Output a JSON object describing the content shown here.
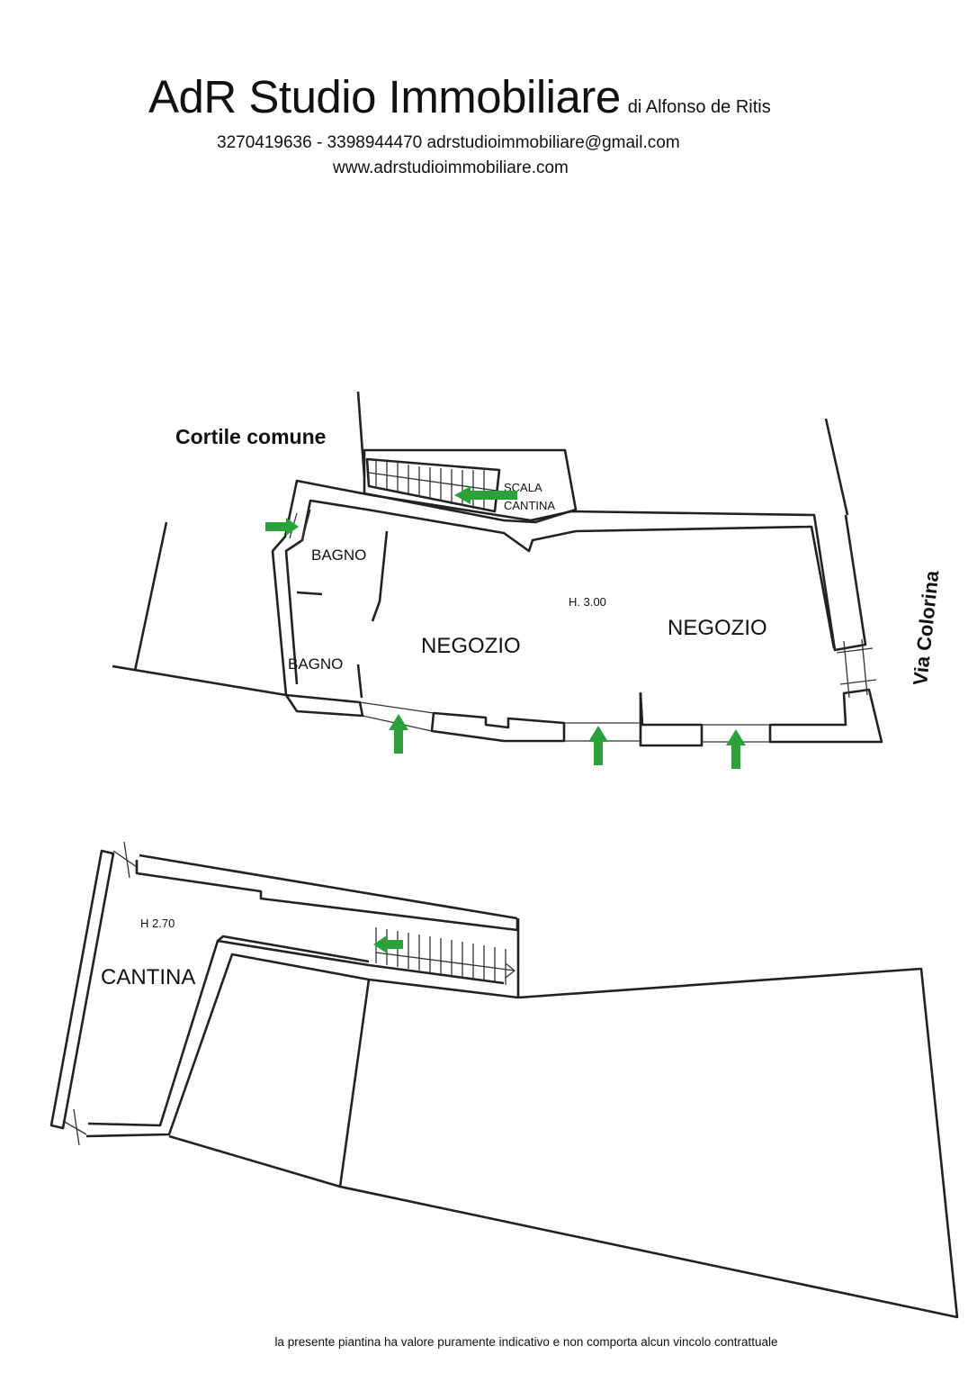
{
  "header": {
    "brand": "AdR Studio Immobiliare",
    "brand_sub": "di Alfonso de Ritis",
    "contacts": "3270419636 - 3398944470 adrstudioimmobiliare@gmail.com",
    "website": "www.adrstudioimmobiliare.com"
  },
  "ground_floor": {
    "courtyard": "Cortile comune",
    "street": "Via Colorina",
    "stair": [
      "SCALA",
      "CANTINA"
    ],
    "bath_top": "BAGNO",
    "bath_bottom": "BAGNO",
    "shop_left": "NEGOZIO",
    "shop_right": "NEGOZIO",
    "height": "H. 3.00"
  },
  "basement": {
    "room": "CANTINA",
    "height": "H 2.70"
  },
  "arrow_color": "#2aa23a",
  "icons": [
    "entrance-arrow-icon",
    "stair-direction-arrow-icon"
  ],
  "disclaimer": "la presente piantina ha valore puramente indicativo e non comporta alcun vincolo contrattuale"
}
